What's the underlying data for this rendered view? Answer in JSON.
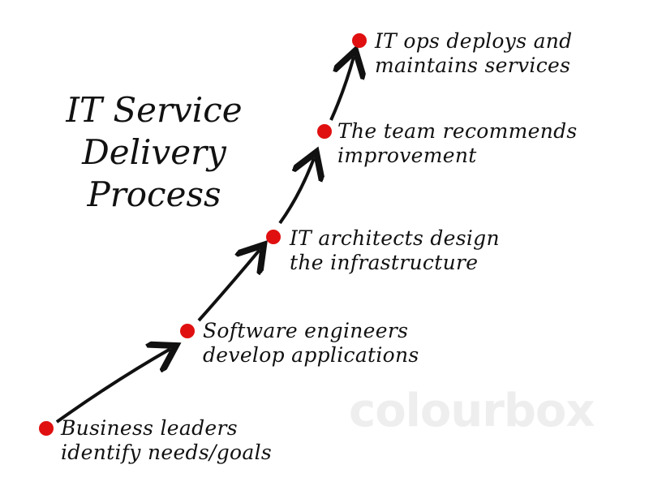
{
  "title": {
    "line1": "IT Service",
    "line2": "Delivery",
    "line3": "Process"
  },
  "watermark": "colourbox",
  "colors": {
    "dot": "#e01010",
    "ink": "#111111"
  },
  "steps": [
    {
      "line1": "Business leaders",
      "line2": "identify needs/goals"
    },
    {
      "line1": "Software engineers",
      "line2": "develop applications"
    },
    {
      "line1": "IT architects design",
      "line2": "the infrastructure"
    },
    {
      "line1": "The team recommends",
      "line2": "improvement"
    },
    {
      "line1": "IT ops deploys and",
      "line2": "maintains services"
    }
  ]
}
